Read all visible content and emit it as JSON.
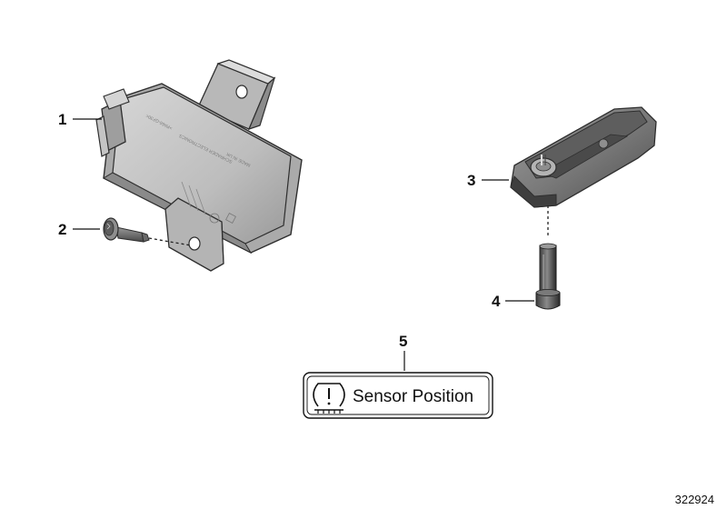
{
  "callouts": {
    "control_unit": "1",
    "screw": "2",
    "sensor": "3",
    "valve_bolt": "4",
    "label": "5"
  },
  "position_label": {
    "text": "Sensor Position",
    "icon": "tpms-warning-icon"
  },
  "reference_number": "322924",
  "embossed_text": {
    "line1": "MADE IN UK",
    "line2": "SCHRADER ELECTRONICS",
    "line3": ">PA66-GF30<"
  },
  "colors": {
    "part_light": "#c9c9c9",
    "part_mid": "#a9a9a9",
    "part_dark": "#6e6e6e",
    "outline": "#2e2e2e",
    "text": "#111111"
  }
}
